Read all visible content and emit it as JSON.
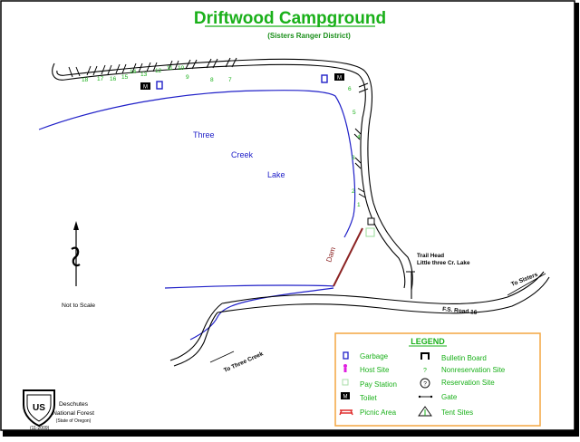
{
  "map": {
    "title": "Driftwood Campground",
    "subtitle": "(Sisters Ranger District)",
    "lake_words": [
      "Three",
      "Creek",
      "Lake"
    ],
    "dam_label": "Dam",
    "trailhead_line1": "Trail Head",
    "trailhead_line2": "Little three Cr. Lake",
    "road_label": "F.S. Road 16",
    "to_sisters": "To Sisters",
    "to_three_creek": "To Three Creek",
    "scale_note": "Not to Scale",
    "site_numbers_top": [
      "18",
      "17",
      "16",
      "15",
      "14",
      "13",
      "12",
      "11",
      "10",
      "9",
      "8",
      "7"
    ],
    "site_numbers_right": [
      "6",
      "5",
      "4",
      "3",
      "2",
      "1"
    ],
    "colors": {
      "title": "#1ab01a",
      "subtitle": "#1a8f1a",
      "water": "#2020c8",
      "site_numbers": "#1ab01a",
      "dam": "#8b2222",
      "legend_border": "#f4a640",
      "legend_text": "#1ab01a"
    }
  },
  "legend": {
    "title": "LEGEND",
    "left": [
      {
        "icon": "garbage-icon",
        "label": "Garbage"
      },
      {
        "icon": "host-site-icon",
        "label": "Host Site"
      },
      {
        "icon": "pay-station-icon",
        "label": "Pay Station"
      },
      {
        "icon": "toilet-icon",
        "label": "Toilet"
      },
      {
        "icon": "picnic-area-icon",
        "label": "Picnic Area"
      }
    ],
    "right": [
      {
        "icon": "bulletin-board-icon",
        "label": "Bulletin Board"
      },
      {
        "icon": "nonreservation-site-icon",
        "label": "Nonreservation Site",
        "symbol": "?"
      },
      {
        "icon": "reservation-site-icon",
        "label": "Reservation Site",
        "symbol": "?"
      },
      {
        "icon": "gate-icon",
        "label": "Gate"
      },
      {
        "icon": "tent-sites-icon",
        "label": "Tent Sites"
      }
    ]
  },
  "footer": {
    "forest_line1": "Deschutes",
    "forest_line2": "National Forest",
    "forest_line3": "(State of Oregon)",
    "revision": "(11-2009)",
    "shield_text": "US"
  }
}
